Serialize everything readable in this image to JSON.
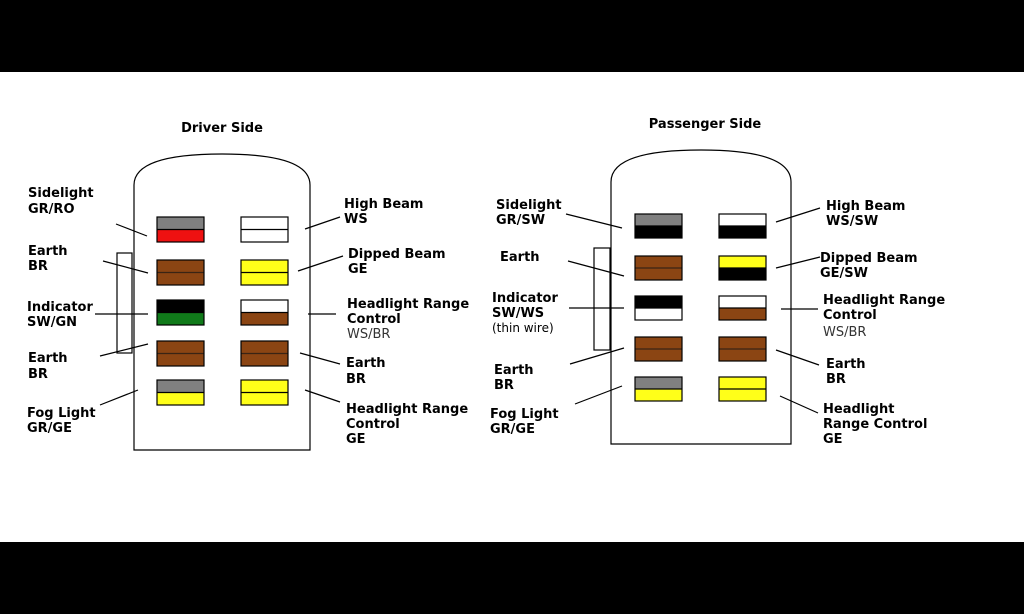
{
  "colors": {
    "GR": "#808080",
    "RO": "#ee1111",
    "WS": "#ffffff",
    "BR": "#8b4513",
    "GE": "#ffff19",
    "SW": "#000000",
    "GN": "#107a1a",
    "outline": "#000000",
    "stripe": "#3a2414"
  },
  "driver": {
    "title": "Driver Side",
    "labels": {
      "sidelight": [
        "Sidelight",
        "GR/RO"
      ],
      "earth_top": [
        "Earth",
        "BR"
      ],
      "indicator": [
        "Indicator",
        "SW/GN"
      ],
      "earth_low": [
        "Earth",
        "BR"
      ],
      "fog": [
        "Fog Light",
        "GR/GE"
      ],
      "high_beam": [
        "High Beam",
        "WS"
      ],
      "dipped": [
        "Dipped Beam",
        "GE"
      ],
      "range1": [
        "Headlight Range",
        "Control",
        "WS/BR"
      ],
      "earth_right": [
        "Earth",
        "BR"
      ],
      "range2": [
        "Headlight Range",
        "Control",
        "GE"
      ]
    },
    "pins_left": [
      [
        "GR",
        "RO"
      ],
      [
        "BR",
        "BR"
      ],
      [
        "SW",
        "GN"
      ],
      [
        "BR",
        "BR"
      ],
      [
        "GR",
        "GE"
      ]
    ],
    "pins_right": [
      [
        "WS",
        "WS"
      ],
      [
        "GE",
        "GE"
      ],
      [
        "WS",
        "BR"
      ],
      [
        "BR",
        "BR"
      ],
      [
        "GE",
        "GE"
      ]
    ]
  },
  "passenger": {
    "title": "Passenger Side",
    "labels": {
      "sidelight": [
        "Sidelight",
        "GR/SW"
      ],
      "earth_top": [
        "Earth"
      ],
      "indicator": [
        "Indicator",
        "SW/WS",
        "(thin wire)"
      ],
      "earth_low": [
        "Earth",
        "BR"
      ],
      "fog": [
        "Fog Light",
        "GR/GE"
      ],
      "high_beam": [
        "High Beam",
        "WS/SW"
      ],
      "dipped": [
        "Dipped Beam",
        "GE/SW"
      ],
      "range1": [
        "Headlight Range",
        "Control",
        "WS/BR"
      ],
      "earth_right": [
        "Earth",
        "BR"
      ],
      "range2": [
        "Headlight",
        "Range Control",
        "GE"
      ]
    },
    "pins_left": [
      [
        "GR",
        "SW"
      ],
      [
        "BR",
        "BR"
      ],
      [
        "SW",
        "WS"
      ],
      [
        "BR",
        "BR"
      ],
      [
        "GR",
        "GE"
      ]
    ],
    "pins_right": [
      [
        "WS",
        "SW"
      ],
      [
        "GE",
        "SW"
      ],
      [
        "WS",
        "BR"
      ],
      [
        "BR",
        "BR"
      ],
      [
        "GE",
        "GE"
      ]
    ]
  }
}
